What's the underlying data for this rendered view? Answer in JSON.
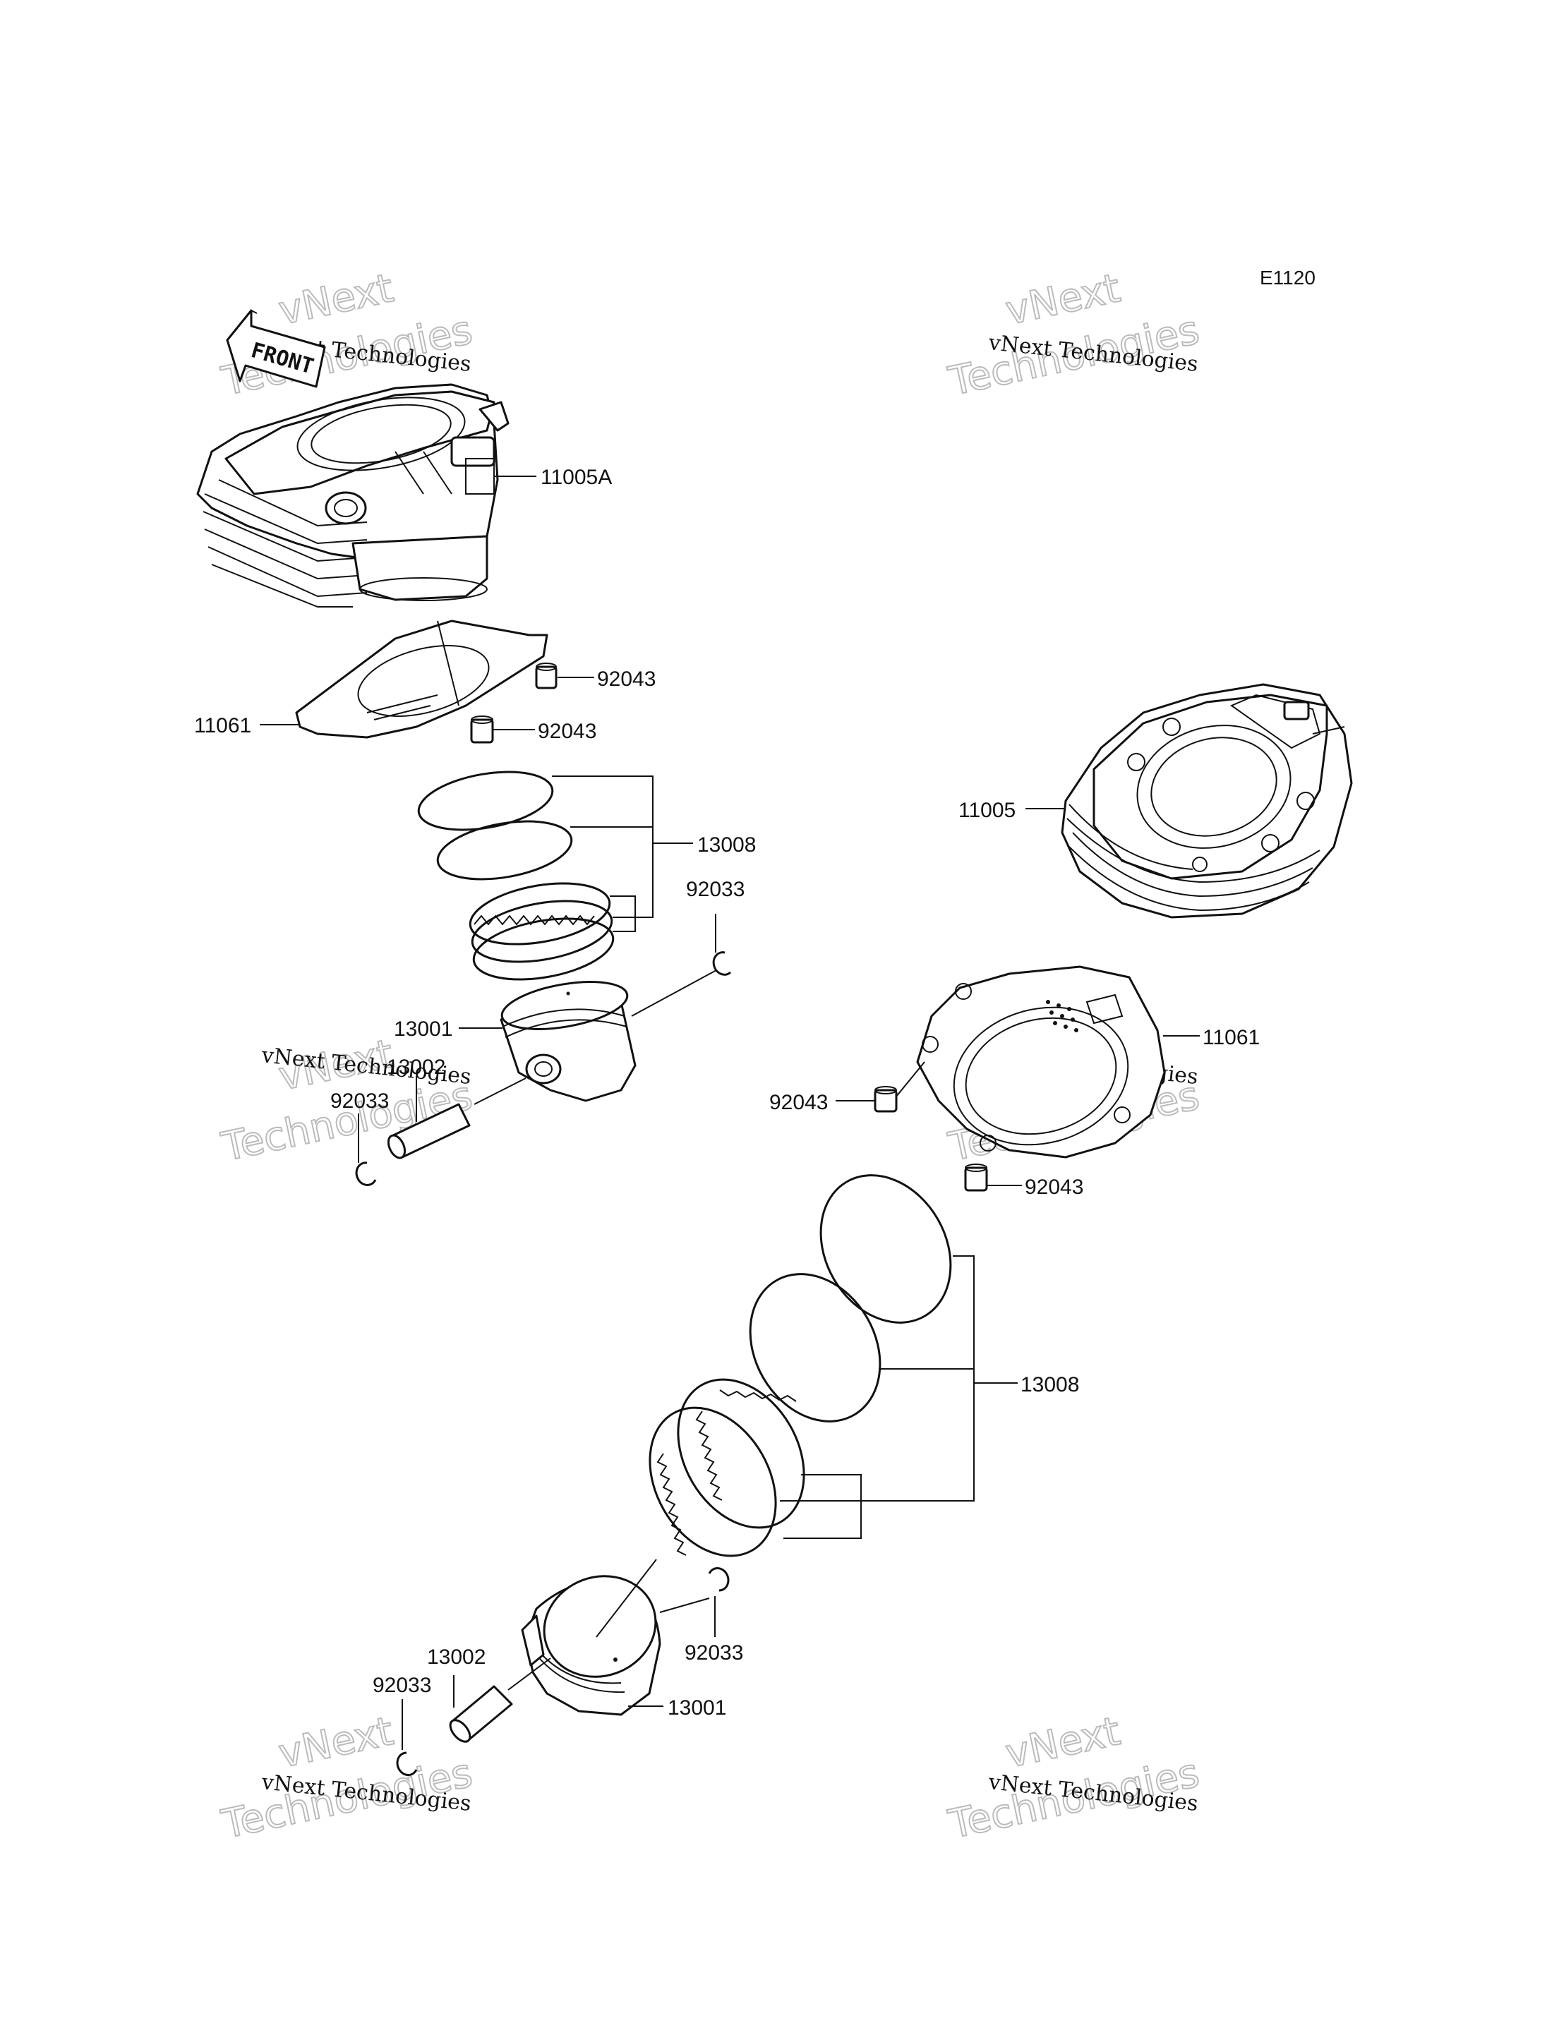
{
  "diagram_code": "E1120",
  "front_label": "FRONT",
  "watermark": {
    "line1": "vNext",
    "line2": "Technologies",
    "small": "vNext Technologies"
  },
  "parts": {
    "cylinder_rear": "11005A",
    "cylinder_front": "11005",
    "gasket_rear": "11061",
    "gasket_front": "11061",
    "dowel_rear_a": "92043",
    "dowel_rear_b": "92043",
    "dowel_front_a": "92043",
    "dowel_front_b": "92043",
    "rings_rear": "13008",
    "rings_front": "13008",
    "piston_rear": "13001",
    "piston_front": "13001",
    "pin_rear": "13002",
    "pin_front": "13002",
    "clip_rear_a": "92033",
    "clip_rear_b": "92033",
    "clip_front_a": "92033",
    "clip_front_b": "92033"
  }
}
